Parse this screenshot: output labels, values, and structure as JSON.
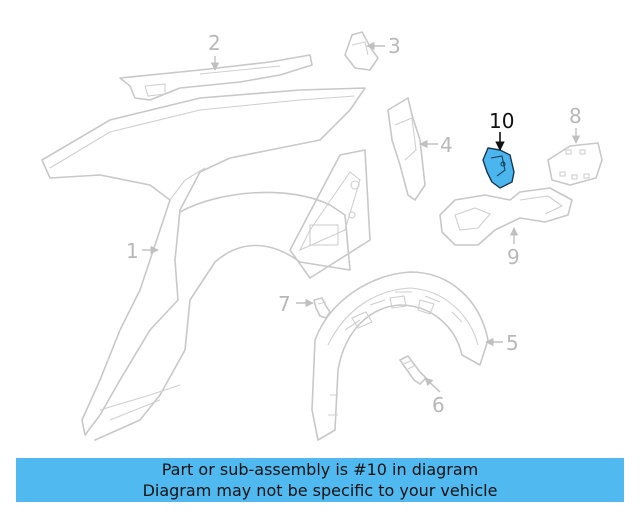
{
  "diagram": {
    "highlighted_callout": "10",
    "highlight_color": "#4bb6ee",
    "line_color": "#c8c8c8",
    "callouts": {
      "c1": "1",
      "c2": "2",
      "c3": "3",
      "c4": "4",
      "c5": "5",
      "c6": "6",
      "c7": "7",
      "c8": "8",
      "c9": "9",
      "c10": "10"
    }
  },
  "banner": {
    "line1": "Part or sub-assembly is #10 in diagram",
    "line2": "Diagram may not be specific to your vehicle",
    "background": "#4fb9f0"
  }
}
